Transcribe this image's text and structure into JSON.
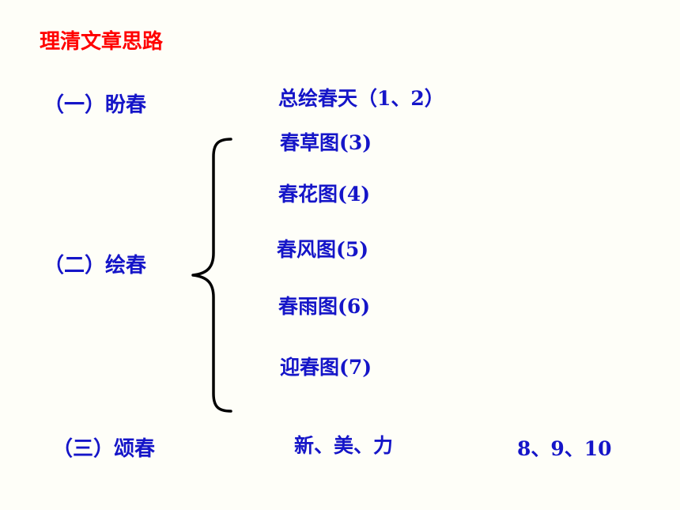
{
  "title": "理清文章思路",
  "sections": [
    {
      "label": "（一）盼春",
      "content": "总绘春天（1、2）"
    },
    {
      "label": "（二）绘春",
      "items": [
        "春草图(3)",
        "春花图(4)",
        "春风图(5)",
        "春雨图(6)",
        "迎春图(7)"
      ]
    },
    {
      "label": "（三）颂春",
      "content": "新、美、力",
      "paragraphs": "8、9、10"
    }
  ],
  "colors": {
    "title": "#ff0000",
    "text": "#1515c8",
    "background": "#fefef8"
  }
}
